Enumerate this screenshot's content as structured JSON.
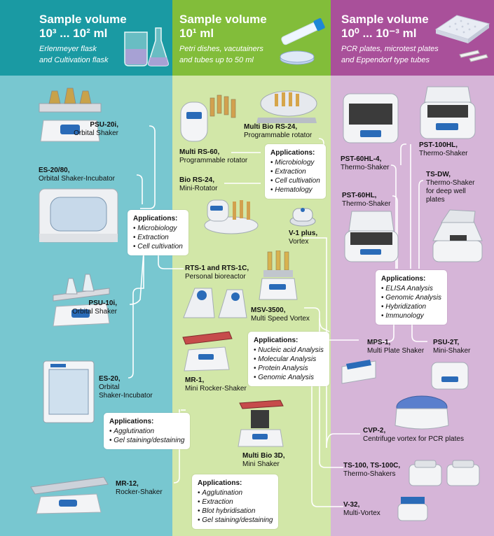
{
  "columns": [
    {
      "title": "Sample volume",
      "volume": "10³ ... 10² ml",
      "desc_line1": "Erlenmeyer flask",
      "desc_line2": "and Cultivation flask"
    },
    {
      "title": "Sample volume",
      "volume": "10¹ ml",
      "desc_line1": "Petri dishes, vacutainers",
      "desc_line2": "and tubes up to 50 ml"
    },
    {
      "title": "Sample volume",
      "volume": "10⁰ ... 10⁻³ ml",
      "desc_line1": "PCR plates, microtest plates",
      "desc_line2": "and Eppendorf type tubes"
    }
  ],
  "devices": {
    "psu20i": {
      "name": "PSU-20i,",
      "desc": [
        "Orbital Shaker"
      ]
    },
    "es2080": {
      "name": "ES-20/80,",
      "desc": [
        "Orbital Shaker-Incubator"
      ]
    },
    "psu10i": {
      "name": "PSU-10i,",
      "desc": [
        "Orbital Shaker"
      ]
    },
    "es20": {
      "name": "ES-20,",
      "desc": [
        "Orbital",
        "Shaker-Incubator"
      ]
    },
    "mr12": {
      "name": "MR-12,",
      "desc": [
        "Rocker-Shaker"
      ]
    },
    "multibiors24": {
      "name": "Multi Bio RS-24,",
      "desc": [
        "Programmable rotator"
      ]
    },
    "multirs60": {
      "name": "Multi RS-60,",
      "desc": [
        "Programmable rotator"
      ]
    },
    "biors24": {
      "name": "Bio RS-24,",
      "desc": [
        "Mini-Rotator"
      ]
    },
    "v1plus": {
      "name": "V-1 plus,",
      "desc": [
        "Vortex"
      ]
    },
    "rts1": {
      "name": "RTS-1 and RTS-1C,",
      "desc": [
        "Personal bioreactor"
      ]
    },
    "msv3500": {
      "name": "MSV-3500,",
      "desc": [
        "Multi Speed Vortex"
      ]
    },
    "mr1": {
      "name": "MR-1,",
      "desc": [
        "Mini Rocker-Shaker"
      ]
    },
    "multibio3d": {
      "name": "Multi Bio 3D,",
      "desc": [
        "Mini Shaker"
      ]
    },
    "pst100hl": {
      "name": "PST-100HL,",
      "desc": [
        "Thermo-Shaker"
      ]
    },
    "pst60hl4": {
      "name": "PST-60HL-4,",
      "desc": [
        "Thermo-Shaker"
      ]
    },
    "tsdw": {
      "name": "TS-DW,",
      "desc": [
        "Thermo-Shaker",
        "for deep well",
        "plates"
      ]
    },
    "pst60hl": {
      "name": "PST-60HL,",
      "desc": [
        "Thermo-Shaker"
      ]
    },
    "mps1": {
      "name": "MPS-1,",
      "desc": [
        "Multi Plate Shaker"
      ]
    },
    "psu2t": {
      "name": "PSU-2T,",
      "desc": [
        "Mini-Shaker"
      ]
    },
    "cvp2": {
      "name": "CVP-2,",
      "desc": [
        "Centrifuge vortex for PCR plates"
      ]
    },
    "ts100": {
      "name": "TS-100, TS-100C,",
      "desc": [
        "Thermo-Shakers"
      ]
    },
    "v32": {
      "name": "V-32,",
      "desc": [
        "Multi-Vortex"
      ]
    }
  },
  "applications": {
    "a1": {
      "heading": "Applications:",
      "items": [
        "Microbiology",
        "Extraction",
        "Cell cultivation"
      ]
    },
    "a2": {
      "heading": "Applications:",
      "items": [
        "Agglutination",
        "Gel staining/destaining"
      ]
    },
    "a3": {
      "heading": "Applications:",
      "items": [
        "Microbiology",
        "Extraction",
        "Cell cultivation",
        "Hematology"
      ]
    },
    "a4": {
      "heading": "Applications:",
      "items": [
        "Nucleic acid Analysis",
        "Molecular Analysis",
        "Protein Analysis",
        "Genomic Analysis"
      ]
    },
    "a5": {
      "heading": "Applications:",
      "items": [
        "Agglutination",
        "Extraction",
        "Blot hybridisation",
        "Gel staining/destaining"
      ]
    },
    "a6": {
      "heading": "Applications:",
      "items": [
        "ELISA Analysis",
        "Genomic Analysis",
        "Hybridization",
        "Immunology"
      ]
    }
  },
  "colors": {
    "col1_header": "#1a9aa3",
    "col1_body": "#78c7d0",
    "col2_header": "#82bd3a",
    "col2_body": "#d2e7a8",
    "col3_header": "#a9509a",
    "col3_body": "#d6b5d8"
  }
}
